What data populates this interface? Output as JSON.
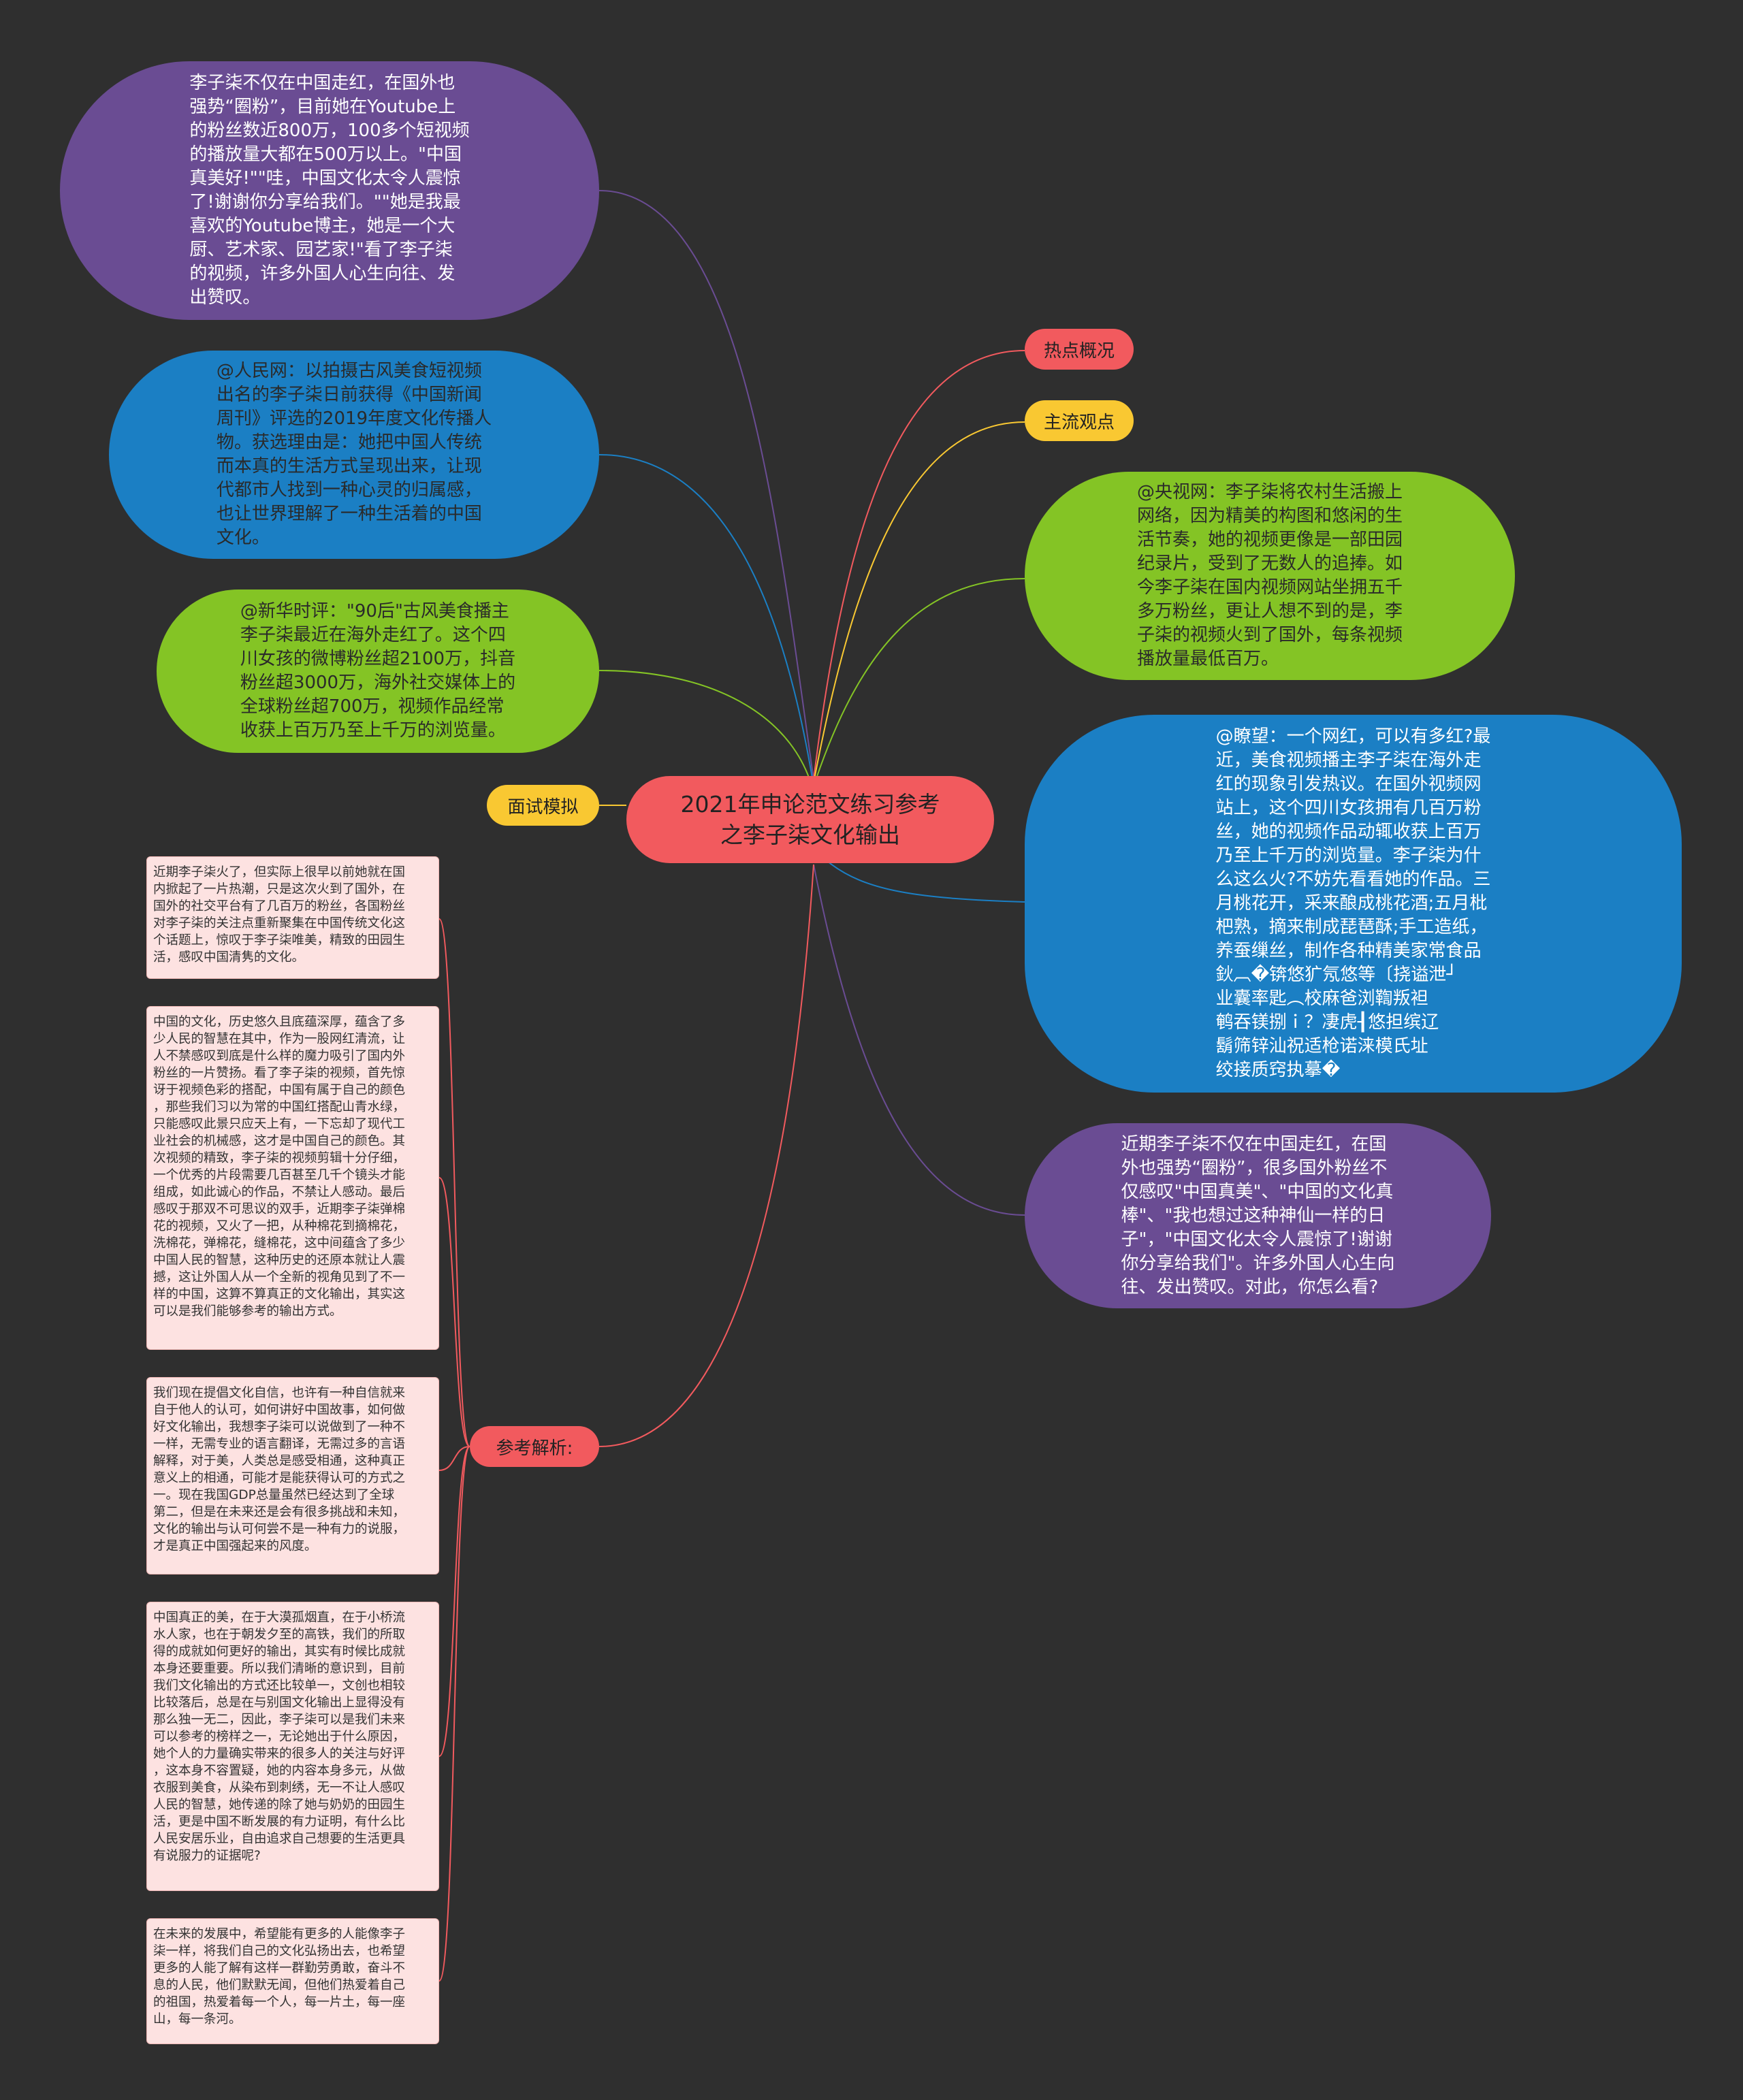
{
  "diagram": {
    "center": {
      "label": "2021年申论范文练习参考\n之李子柒文化输出"
    },
    "branches": {
      "hot_overview": "热点概况",
      "mainstream": "主流观点",
      "interview": "面试模拟",
      "analysis": "参考解析:"
    },
    "left_nodes": [
      "李子柒不仅在中国走红，在国外也\n强势“圈粉”，目前她在Youtube上\n的粉丝数近800万，100多个短视频\n的播放量大都在500万以上。\"中国\n真美好!\"\"哇，中国文化太令人震惊\n了!谢谢你分享给我们。\"\"她是我最\n喜欢的Youtube博主，她是一个大\n厨、艺术家、园艺家!\"看了李子柒\n的视频，许多外国人心生向往、发\n出赞叹。",
      "@人民网：以拍摄古风美食短视频\n出名的李子柒日前获得《中国新闻\n周刊》评选的2019年度文化传播人\n物。获选理由是：她把中国人传统\n而本真的生活方式呈现出来，让现\n代都市人找到一种心灵的归属感，\n也让世界理解了一种生活着的中国\n文化。",
      "@新华时评：\"90后\"古风美食播主\n李子柒最近在海外走红了。这个四\n川女孩的微博粉丝超2100万，抖音\n粉丝超3000万，海外社交媒体上的\n全球粉丝超700万，视频作品经常\n收获上百万乃至上千万的浏览量。"
    ],
    "right_nodes": [
      "@央视网：李子柒将农村生活搬上\n网络，因为精美的构图和悠闲的生\n活节奏，她的视频更像是一部田园\n纪录片，受到了无数人的追捧。如\n今李子柒在国内视频网站坐拥五千\n多万粉丝，更让人想不到的是，李\n子柒的视频火到了国外，每条视频\n播放量最低百万。",
      "@瞭望：一个网红，可以有多红?最\n近，美食视频播主李子柒在海外走\n红的现象引发热议。在国外视频网\n站上，这个四川女孩拥有几百万粉\n丝，她的视频作品动辄收获上百万\n乃至上千万的浏览量。李子柒为什\n么这么火?不妨先看看她的作品。三\n月桃花开，采来酿成桃花酒;五月枇\n杷熟，摘来制成琵琶酥;手工造纸，\n养蚕缫丝，制作各种精美家常食品\n鈥︹�锛悠犷氖悠等〔挠谥泄┘\n业囊率匙︵校麻爸浏鞫叛袒\n鹌吞镁捌ｉ？凄虎┨悠担缤辽\n鬍筛锌汕祝适枪诺涞模氏址\n绞接质窍执摹�",
      "近期李子柒不仅在中国走红，在国\n外也强势“圈粉”，很多国外粉丝不\n仅感叹\"中国真美\"、\"中国的文化真\n棒\"、\"我也想过这种神仙一样的日\n子\"，\"中国文化太令人震惊了!谢谢\n你分享给我们\"。许多外国人心生向\n往、发出赞叹。对此，你怎么看?"
    ],
    "notes": [
      "近期李子柒火了，但实际上很早以前她就在国\n内掀起了一片热潮，只是这次火到了国外，在\n国外的社交平台有了几百万的粉丝，各国粉丝\n对李子柒的关注点重新聚集在中国传统文化这\n个话题上，惊叹于李子柒唯美，精致的田园生\n活，感叹中国清隽的文化。",
      "中国的文化，历史悠久且底蕴深厚，蕴含了多\n少人民的智慧在其中，作为一股网红清流，让\n人不禁感叹到底是什么样的魔力吸引了国内外\n粉丝的一片赞扬。看了李子柒的视频，首先惊\n讶于视频色彩的搭配，中国有属于自己的颜色\n，那些我们习以为常的中国红搭配山青水绿，\n只能感叹此景只应天上有，一下忘却了现代工\n业社会的机械感，这才是中国自己的颜色。其\n次视频的精致，李子柒的视频剪辑十分仔细，\n一个优秀的片段需要几百甚至几千个镜头才能\n组成，如此诚心的作品，不禁让人感动。最后\n感叹于那双不可思议的双手，近期李子柒弹棉\n花的视频，又火了一把，从种棉花到摘棉花，\n洗棉花，弹棉花，缝棉花，这中间蕴含了多少\n中国人民的智慧，这种历史的还原本就让人震\n撼，这让外国人从一个全新的视角见到了不一\n样的中国，这算不算真正的文化输出，其实这\n可以是我们能够参考的输出方式。",
      "我们现在提倡文化自信，也许有一种自信就来\n自于他人的认可，如何讲好中国故事，如何做\n好文化输出，我想李子柒可以说做到了一种不\n一样，无需专业的语言翻译，无需过多的言语\n解释，对于美，人类总是感受相通，这种真正\n意义上的相通，可能才是能获得认可的方式之\n一。现在我国GDP总量虽然已经达到了全球\n第二，但是在未来还是会有很多挑战和未知，\n文化的输出与认可何尝不是一种有力的说服，\n才是真正中国强起来的风度。",
      "中国真正的美，在于大漠孤烟直，在于小桥流\n水人家，也在于朝发夕至的高铁，我们的所取\n得的成就如何更好的输出，其实有时候比成就\n本身还要重要。所以我们清晰的意识到，目前\n我们文化输出的方式还比较单一，文创也相较\n比较落后，总是在与别国文化输出上显得没有\n那么独一无二，因此，李子柒可以是我们未来\n可以参考的榜样之一，无论她出于什么原因，\n她个人的力量确实带来的很多人的关注与好评\n，这本身不容置疑，她的内容本身多元，从做\n衣服到美食，从染布到刺绣，无一不让人感叹\n人民的智慧，她传递的除了她与奶奶的田园生\n活，更是中国不断发展的有力证明，有什么比\n人民安居乐业，自由追求自己想要的生活更具\n有说服力的证据呢?",
      "在未来的发展中，希望能有更多的人能像李子\n柒一样，将我们自己的文化弘扬出去，也希望\n更多的人能了解有这样一群勤劳勇敢，奋斗不\n息的人民，他们默默无闻，但他们热爱着自己\n的祖国，热爱着每一个人，每一片土，每一座\n山，每一条河。"
    ],
    "colors": {
      "background": "#2f2f2f",
      "red": "#f25a5e",
      "yellow": "#f9c832",
      "green": "#84c425",
      "blue": "#1b7fc4",
      "purple": "#6a4c93",
      "note_bg": "#fde2e1"
    }
  }
}
